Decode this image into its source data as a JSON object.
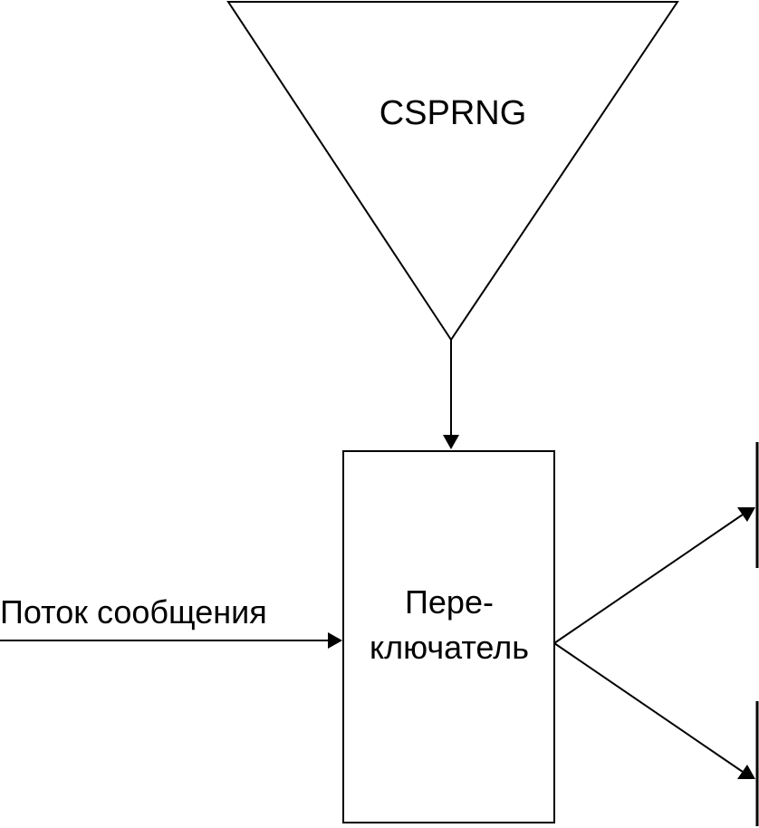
{
  "diagram": {
    "generator_label": "CSPRNG",
    "switch_label_line1": "Пере-",
    "switch_label_line2": "ключатель",
    "input_label": "Поток сообщения"
  },
  "colors": {
    "stroke": "#000000",
    "background": "#ffffff"
  }
}
